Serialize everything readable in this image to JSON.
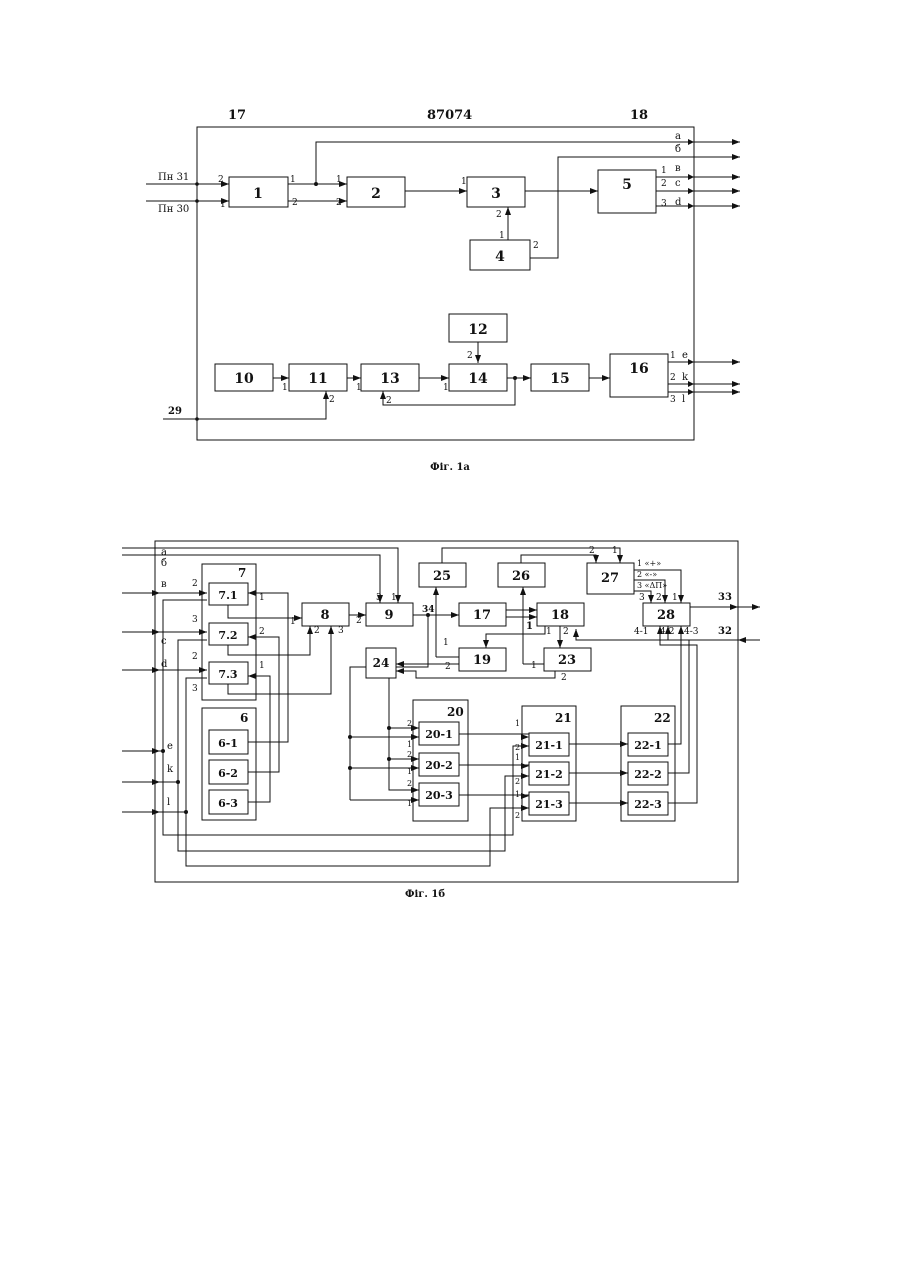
{
  "header": {
    "left_page": "17",
    "patent_number": "87074",
    "right_page": "18"
  },
  "fig1a": {
    "caption": "Фіг. 1а",
    "inputs": {
      "pn31": "Пн 31",
      "pn30": "Пн 30",
      "in29": "29"
    },
    "blocks": {
      "b1": "1",
      "b2": "2",
      "b3": "3",
      "b4": "4",
      "b5": "5",
      "b10": "10",
      "b11": "11",
      "b12": "12",
      "b13": "13",
      "b14": "14",
      "b15": "15",
      "b16": "16"
    },
    "outputs": {
      "a": "а",
      "b": "б",
      "v": "в",
      "c": "c",
      "d": "d",
      "e": "e",
      "k": "k",
      "l": "l"
    }
  },
  "fig1b": {
    "caption": "Фіг. 1б",
    "inputs": {
      "a": "а",
      "b": "б",
      "v": "в",
      "c": "c",
      "d": "d",
      "e": "e",
      "k": "k",
      "l": "l"
    },
    "blocks": {
      "b7": "7",
      "b7_1": "7.1",
      "b7_2": "7.2",
      "b7_3": "7.3",
      "b6": "6",
      "b6_1": "6-1",
      "b6_2": "6-2",
      "b6_3": "6-3",
      "b8": "8",
      "b9": "9",
      "b17": "17",
      "b18": "18",
      "b19": "19",
      "b23": "23",
      "b24": "24",
      "b25": "25",
      "b26": "26",
      "b27": "27",
      "b28": "28",
      "b20": "20",
      "b20_1": "20-1",
      "b20_2": "20-2",
      "b20_3": "20-3",
      "b21": "21",
      "b21_1": "21-1",
      "b21_2": "21-2",
      "b21_3": "21-3",
      "b22": "22",
      "b22_1": "22-1",
      "b22_2": "22-2",
      "b22_3": "22-3"
    },
    "labels": {
      "n34": "34",
      "n33": "33",
      "n32": "32",
      "out27_1": "1 «+»",
      "out27_2": "2 «-»",
      "out27_3": "3 «ΔП»",
      "p41": "4-1",
      "p42": "4-2",
      "p43": "4-3"
    }
  }
}
